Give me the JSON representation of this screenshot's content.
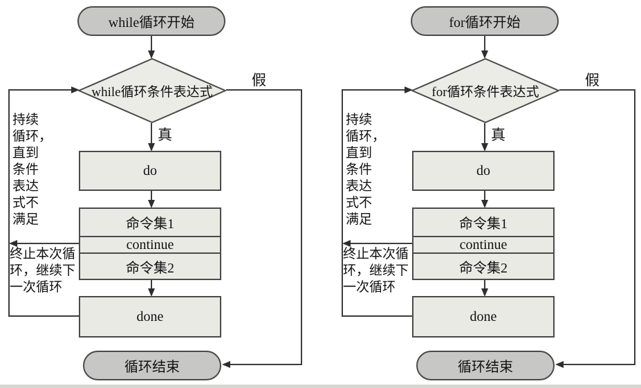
{
  "colors": {
    "terminal_fill": "#c7c8c5",
    "decision_fill": "#eaece5",
    "process_fill": "#e9eae4",
    "shape_border": "#4a4a4a",
    "line": "#3c3c3c",
    "text": "#111111"
  },
  "charts": [
    {
      "id": "while-loop",
      "start_label": "while循环开始",
      "condition_label": "while循环条件表达式",
      "false_label": "假",
      "true_label": "真",
      "do_label": "do",
      "cmd1_label": "命令集1",
      "continue_label": "continue",
      "cmd2_label": "命令集2",
      "done_label": "done",
      "end_label": "循环结束",
      "loop_note": "持续\n循环，\n直到\n条件\n表达\n式不\n满足",
      "continue_note": "终止本次循\n环，继续下\n一次循环"
    },
    {
      "id": "for-loop",
      "start_label": "for循环开始",
      "condition_label": "for循环条件表达式",
      "false_label": "假",
      "true_label": "真",
      "do_label": "do",
      "cmd1_label": "命令集1",
      "continue_label": "continue",
      "cmd2_label": "命令集2",
      "done_label": "done",
      "end_label": "循环结束",
      "loop_note": "持续\n循环，\n直到\n条件\n表达\n式不\n满足",
      "continue_note": "终止本次循\n环，继续下\n一次循环"
    }
  ]
}
